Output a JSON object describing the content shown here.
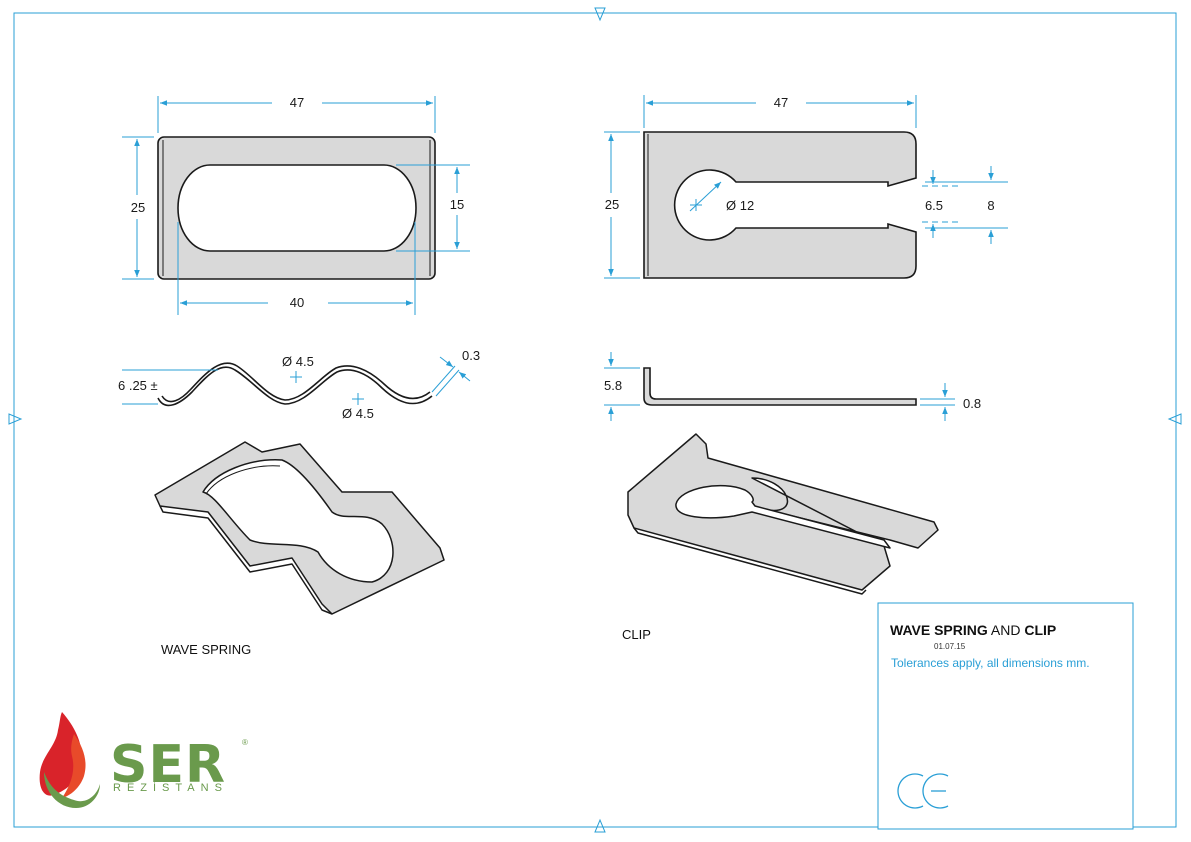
{
  "colors": {
    "frame": "#2a9fd6",
    "dimension": "#2a9fd6",
    "part_fill": "#d9d9d9",
    "outline": "#1a1a1a",
    "brand_green": "#6a9a4c",
    "flame_red": "#d9232a"
  },
  "views": {
    "wave_spring_top": {
      "width": "47",
      "height": "25",
      "slot_height": "15",
      "slot_length": "40"
    },
    "clip_top": {
      "width": "47",
      "height": "25",
      "hole_diameter": "Ø 12",
      "slot_width": "6.5",
      "opening_width": "8"
    },
    "wave_spring_side": {
      "height": "6 .25 ±",
      "radius_top": "Ø 4.5",
      "radius_bottom": "Ø 4.5",
      "thickness": "0.3"
    },
    "clip_side": {
      "height": "5.8",
      "thickness": "0.8"
    }
  },
  "labels": {
    "wave_spring": "WAVE SPRING",
    "clip": "CLIP"
  },
  "title_block": {
    "title_part1": "WAVE SPRING",
    "title_and": " AND ",
    "title_part2": "CLIP",
    "date": "01.07.15",
    "tolerance_note": "Tolerances apply, all dimensions mm.",
    "ce_mark": "CE"
  },
  "logo": {
    "brand": "SER",
    "sub": "REZİSTANS",
    "registered": "®"
  }
}
